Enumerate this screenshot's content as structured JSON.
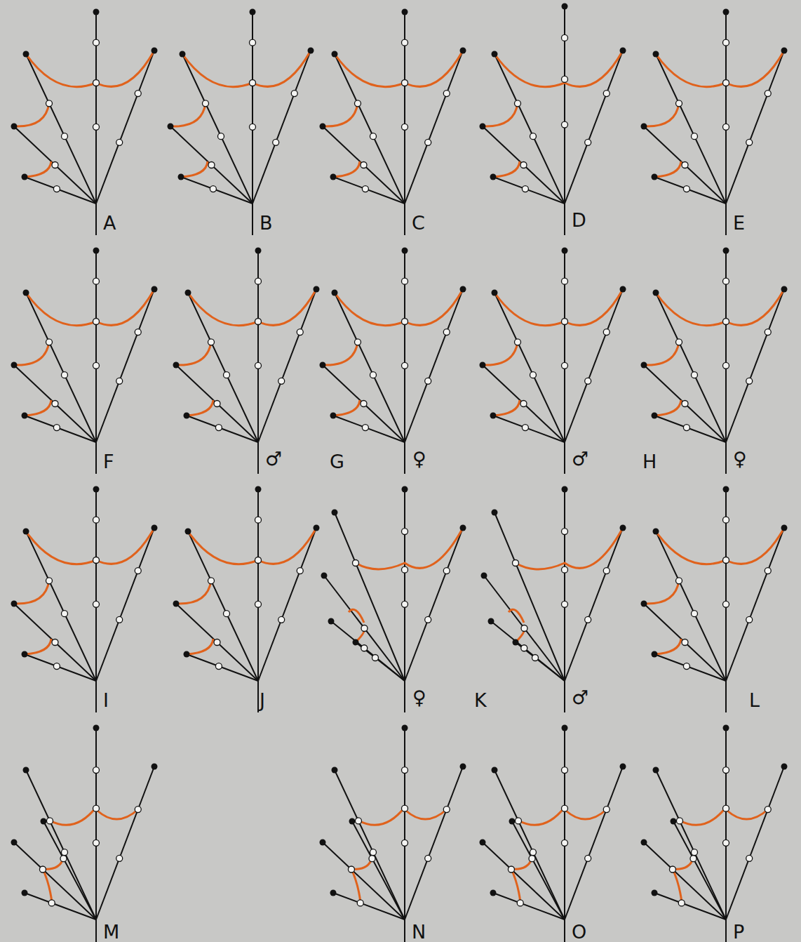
{
  "diagram": {
    "labels": [
      "A",
      "B",
      "C",
      "D",
      "E",
      "F",
      "♂",
      "G",
      "♀",
      "♂",
      "H",
      "♀",
      "I",
      "J",
      "♀",
      "K",
      "♂",
      "L",
      "M",
      "N",
      "O",
      "P"
    ]
  }
}
